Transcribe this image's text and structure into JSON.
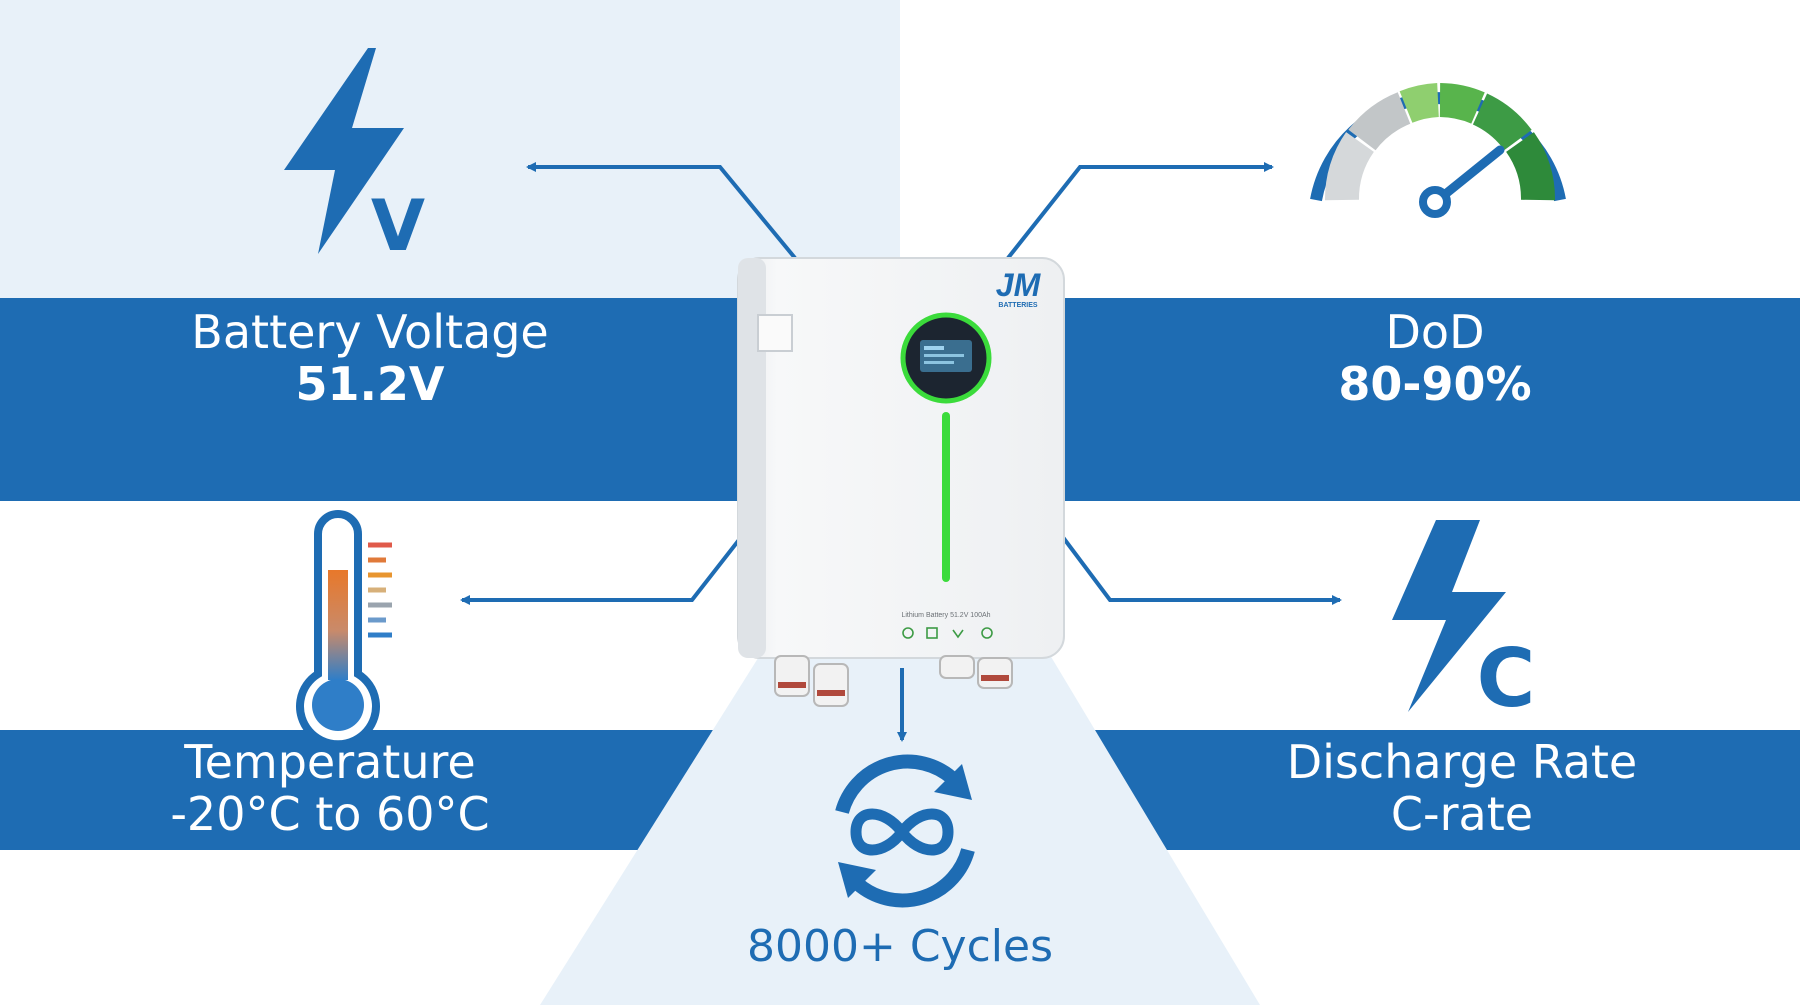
{
  "colors": {
    "brand_blue": "#1e6cb3",
    "panel_light": "#e8f1f9",
    "accent_green": "#3bdb3b",
    "gauge_green": "#3d9b45"
  },
  "device": {
    "logo_text": "JM",
    "logo_subtext": "BATTERIES",
    "model_text": "Lithium Battery 51.2V 100Ah"
  },
  "specs": {
    "voltage": {
      "title": "Battery Voltage",
      "value": "51.2V",
      "icon": "lightning-v-icon"
    },
    "dod": {
      "title": "DoD",
      "value": "80-90%",
      "icon": "gauge-icon"
    },
    "temperature": {
      "title": "Temperature",
      "value": "-20°C to 60°C",
      "icon": "thermometer-icon"
    },
    "discharge": {
      "title": "Discharge Rate",
      "value": "C-rate",
      "icon": "lightning-c-icon"
    },
    "cycles": {
      "title": "8000+ Cycles",
      "icon": "infinity-cycle-icon"
    }
  }
}
